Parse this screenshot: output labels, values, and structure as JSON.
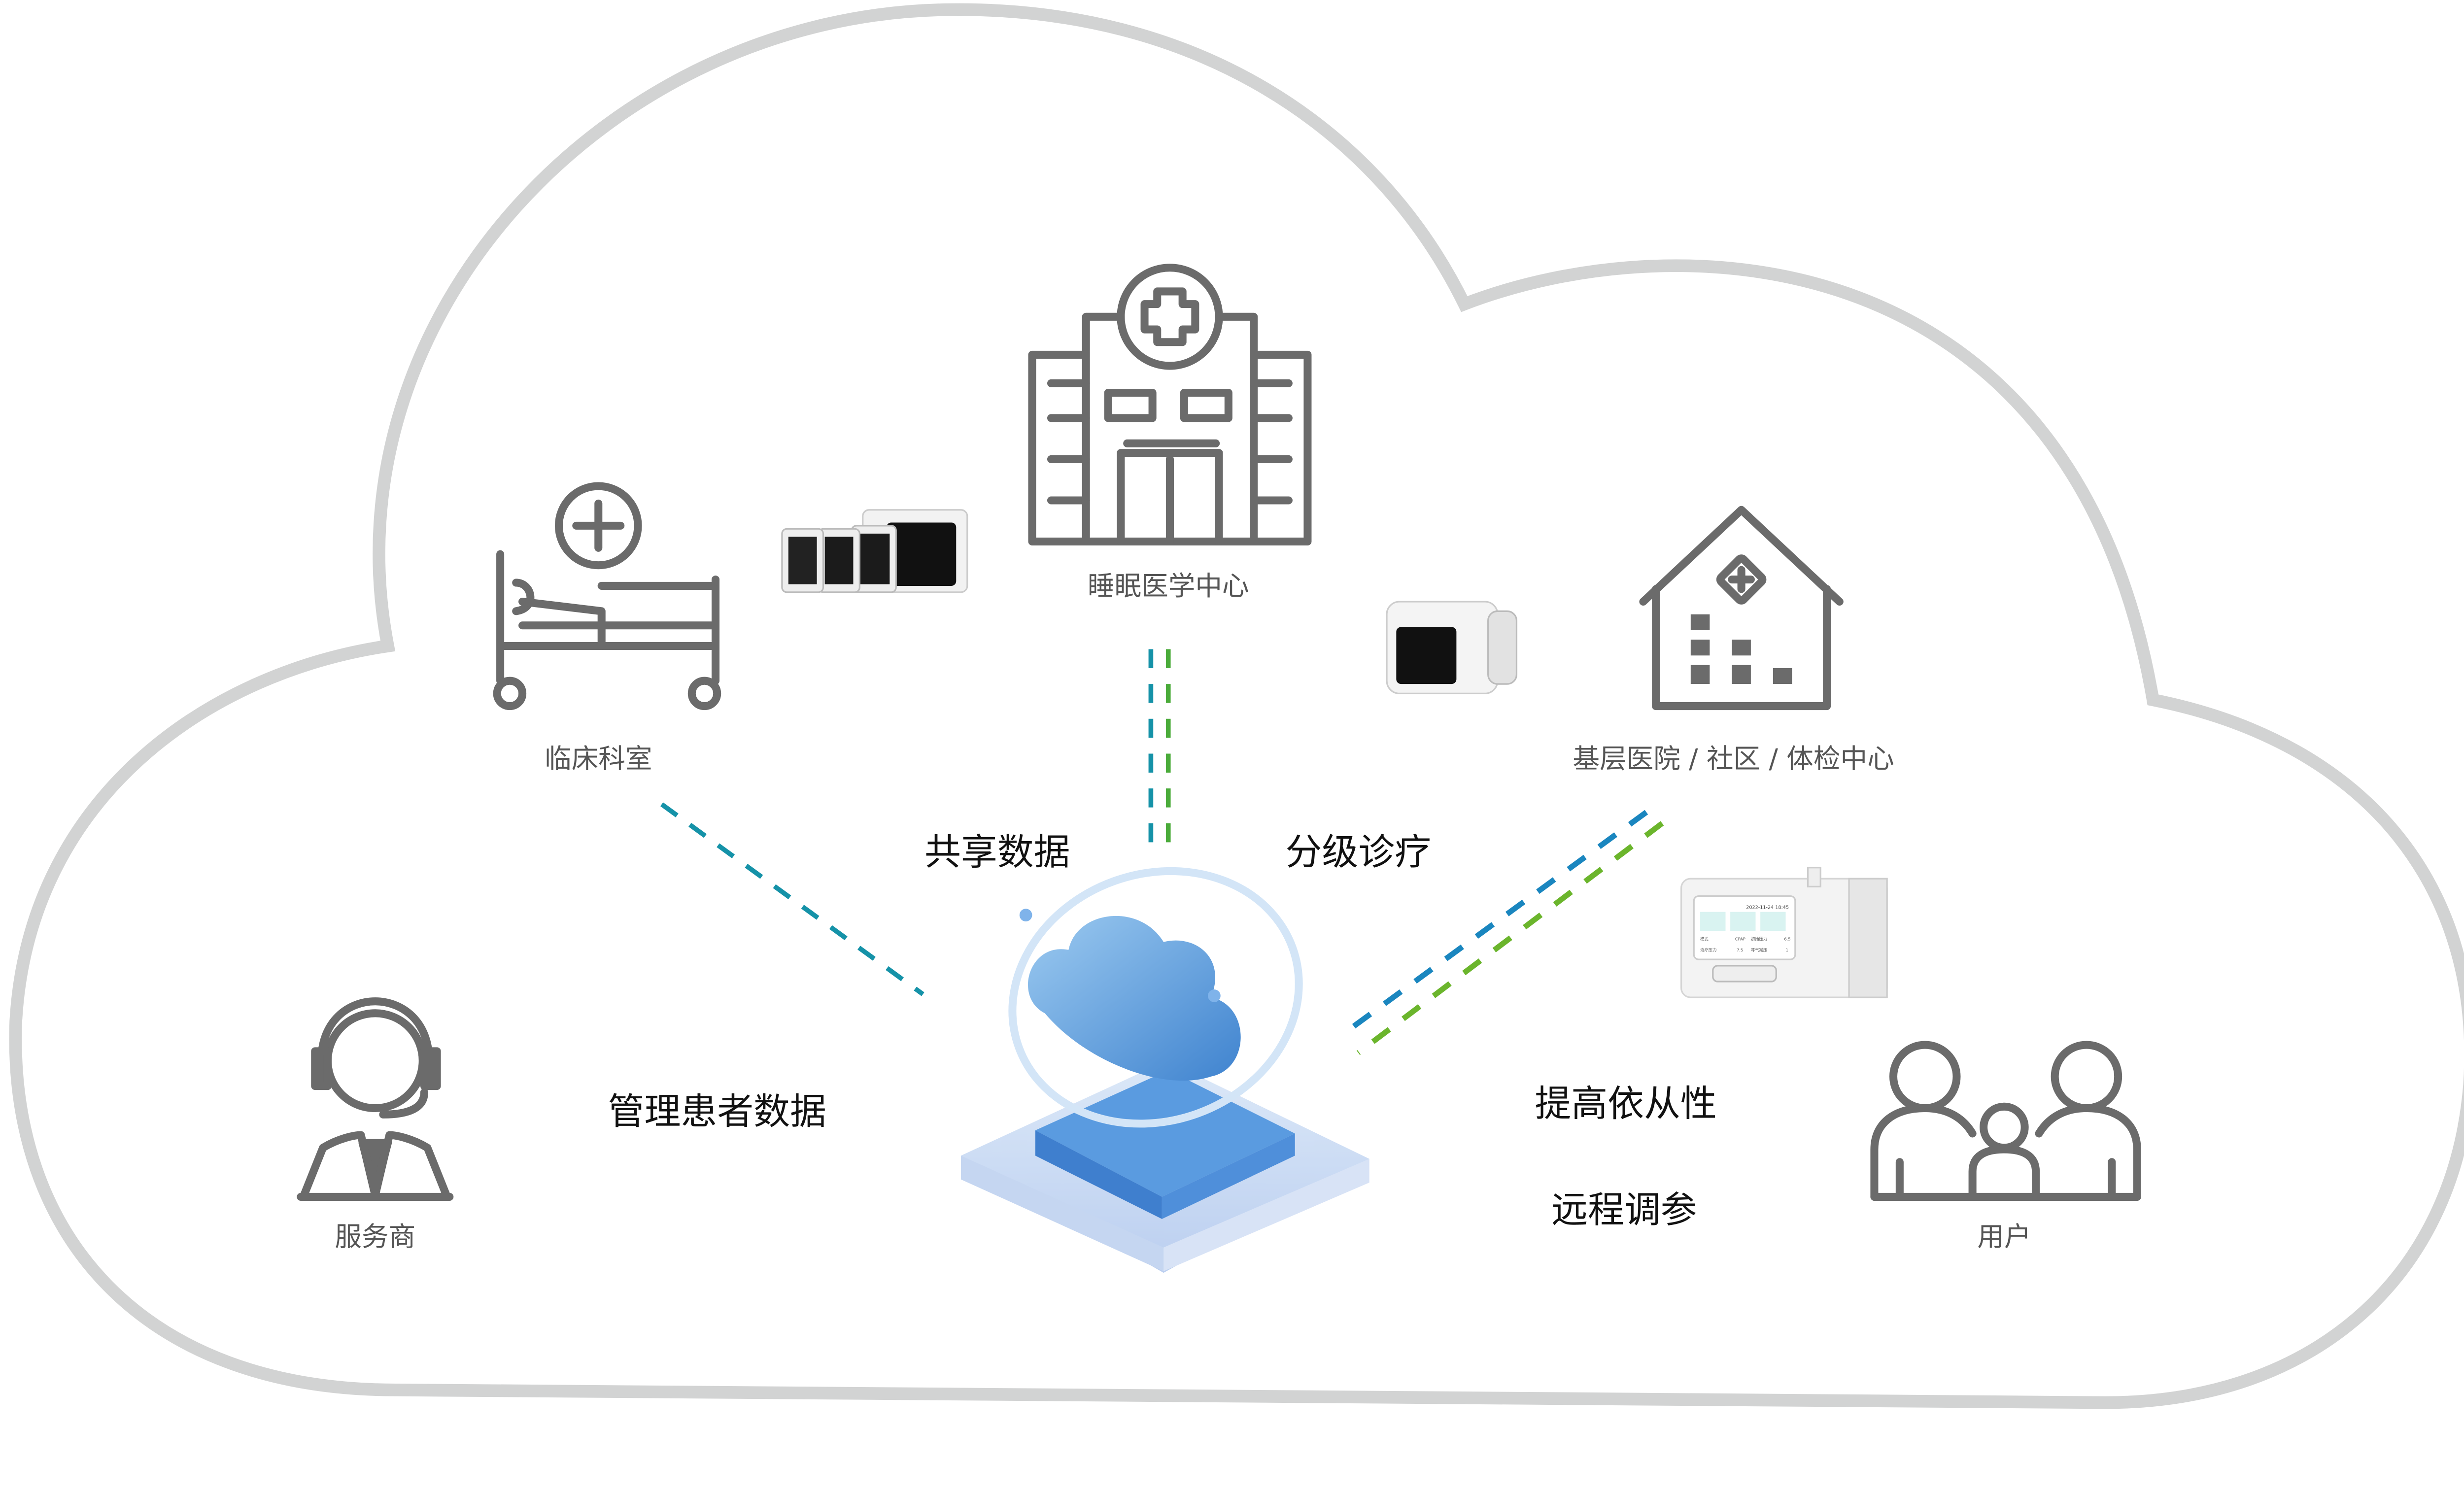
{
  "nodes": {
    "clinical": "临床科室",
    "sleep_center": "睡眠医学中心",
    "primary": "基层医院 / 社区 / 体检中心",
    "provider": "服务商",
    "user": "用户"
  },
  "links": {
    "share_data": "共享数据",
    "tiered_care": "分级诊疗",
    "manage_patient_data": "管理患者数据",
    "improve_compliance": "提高依从性",
    "remote_tuning": "远程调参"
  },
  "device_screen": {
    "datetime": "2022-11-24  18:45",
    "mode_label": "模式",
    "mode_value": "CPAP",
    "init_pressure_label": "初始压力",
    "init_pressure_value": "6.5",
    "therapy_pressure_label": "治疗压力",
    "therapy_pressure_value": "7.5",
    "exhale_label": "呼气减压",
    "exhale_value": "1"
  },
  "colors": {
    "outline": "#d2d3d3",
    "icon": "#6b6b6b",
    "teal": "#14a0a6",
    "blue": "#1a7cc0",
    "green": "#2a9a3a",
    "lime": "#8cc22a",
    "orange": "#f0902c",
    "red": "#e5452c"
  }
}
